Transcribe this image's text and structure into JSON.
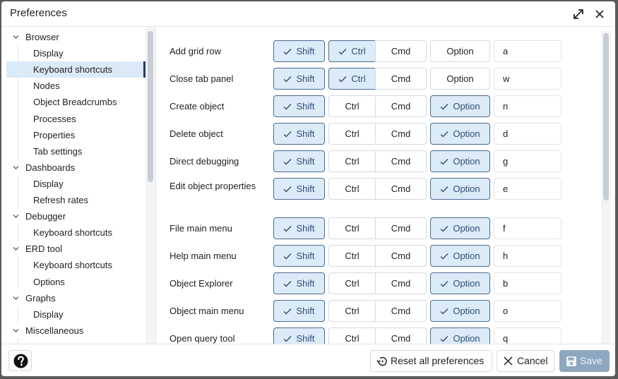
{
  "dialog": {
    "title": "Preferences",
    "icons": {
      "maximize": "expand-arrows-icon",
      "close": "close-icon"
    }
  },
  "sidebar": {
    "items": [
      {
        "label": "Browser",
        "type": "parent",
        "expanded": true
      },
      {
        "label": "Display",
        "type": "child"
      },
      {
        "label": "Keyboard shortcuts",
        "type": "child",
        "selected": true
      },
      {
        "label": "Nodes",
        "type": "child"
      },
      {
        "label": "Object Breadcrumbs",
        "type": "child"
      },
      {
        "label": "Processes",
        "type": "child"
      },
      {
        "label": "Properties",
        "type": "child"
      },
      {
        "label": "Tab settings",
        "type": "child"
      },
      {
        "label": "Dashboards",
        "type": "parent",
        "expanded": true
      },
      {
        "label": "Display",
        "type": "child"
      },
      {
        "label": "Refresh rates",
        "type": "child"
      },
      {
        "label": "Debugger",
        "type": "parent",
        "expanded": true
      },
      {
        "label": "Keyboard shortcuts",
        "type": "child"
      },
      {
        "label": "ERD tool",
        "type": "parent",
        "expanded": true
      },
      {
        "label": "Keyboard shortcuts",
        "type": "child"
      },
      {
        "label": "Options",
        "type": "child"
      },
      {
        "label": "Graphs",
        "type": "parent",
        "expanded": true
      },
      {
        "label": "Display",
        "type": "child"
      },
      {
        "label": "Miscellaneous",
        "type": "parent",
        "expanded": true
      }
    ]
  },
  "modifiers": {
    "shift": "Shift",
    "ctrl": "Ctrl",
    "cmd": "Cmd",
    "option": "Option"
  },
  "shortcuts": [
    {
      "label": "Add grid row",
      "shift": true,
      "ctrl": true,
      "cmd": false,
      "option": false,
      "key": "a"
    },
    {
      "label": "Close tab panel",
      "shift": true,
      "ctrl": true,
      "cmd": false,
      "option": false,
      "key": "w"
    },
    {
      "label": "Create object",
      "shift": true,
      "ctrl": false,
      "cmd": false,
      "option": true,
      "key": "n"
    },
    {
      "label": "Delete object",
      "shift": true,
      "ctrl": false,
      "cmd": false,
      "option": true,
      "key": "d"
    },
    {
      "label": "Direct debugging",
      "shift": true,
      "ctrl": false,
      "cmd": false,
      "option": true,
      "key": "g"
    },
    {
      "label": "Edit object properties",
      "shift": true,
      "ctrl": false,
      "cmd": false,
      "option": true,
      "key": "e"
    },
    {
      "label": "File main menu",
      "shift": true,
      "ctrl": false,
      "cmd": false,
      "option": true,
      "key": "f"
    },
    {
      "label": "Help main menu",
      "shift": true,
      "ctrl": false,
      "cmd": false,
      "option": true,
      "key": "h"
    },
    {
      "label": "Object Explorer",
      "shift": true,
      "ctrl": false,
      "cmd": false,
      "option": true,
      "key": "b"
    },
    {
      "label": "Object main menu",
      "shift": true,
      "ctrl": false,
      "cmd": false,
      "option": true,
      "key": "o"
    },
    {
      "label": "Open query tool",
      "shift": true,
      "ctrl": false,
      "cmd": false,
      "option": true,
      "key": "q"
    }
  ],
  "footer": {
    "help_icon": "question-circle-icon",
    "reset_label": "Reset all preferences",
    "cancel_label": "Cancel",
    "save_label": "Save"
  },
  "colors": {
    "selected_bg": "#dbeaf7",
    "selected_accent": "#1f3f6e",
    "toggle_on_bg": "#dcebf8",
    "toggle_on_border": "#4a6a8f",
    "save_disabled_bg": "#8da7c1"
  }
}
